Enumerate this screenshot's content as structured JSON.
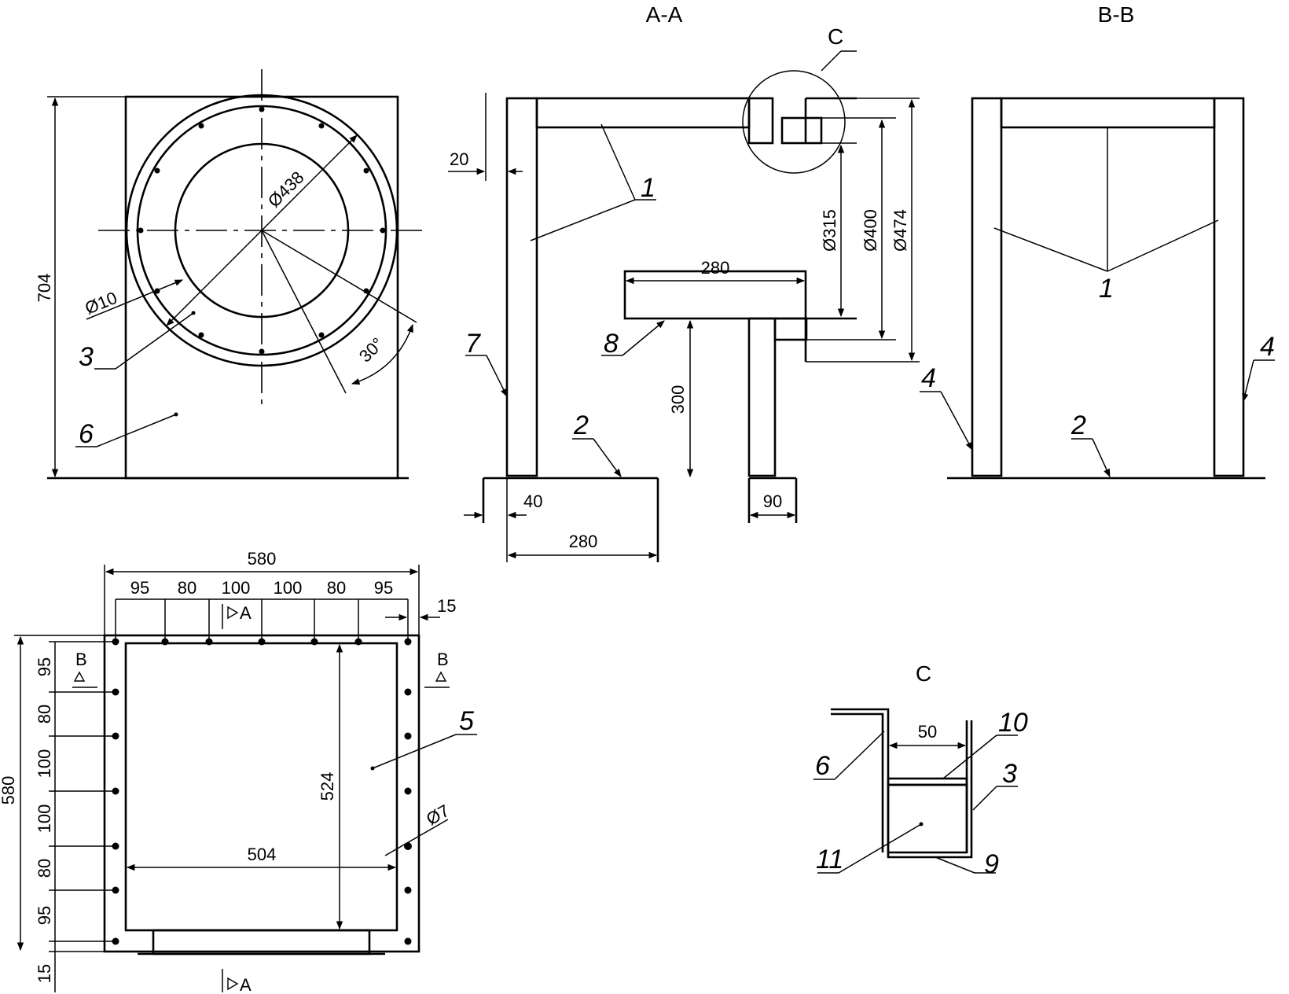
{
  "section_titles": {
    "aa": "A-A",
    "bb": "B-B",
    "c_callout": "C",
    "c_detail": "C"
  },
  "dimensions": {
    "height_704": "704",
    "dia_438": "Ø438",
    "dia_10": "Ø10",
    "angle_30": "30°",
    "wall_20": "20",
    "dia_315": "Ø315",
    "dia_400": "Ø400",
    "dia_474": "Ø474",
    "top_280": "280",
    "h_300": "300",
    "w_40": "40",
    "bottom_280": "280",
    "w_90": "90",
    "width_580": "580",
    "seg_95a": "95",
    "seg_80a": "80",
    "seg_100a": "100",
    "seg_100b": "100",
    "seg_80b": "80",
    "seg_95b": "95",
    "edge_15": "15",
    "height_580": "580",
    "vseg_95a": "95",
    "vseg_80a": "80",
    "vseg_100a": "100",
    "vseg_100b": "100",
    "vseg_80b": "80",
    "vseg_95b": "95",
    "vedge_15": "15",
    "inner_524": "524",
    "inner_504": "504",
    "hole_7": "Ø7",
    "det_50": "50"
  },
  "section_marks": {
    "a_top": "A",
    "a_bottom": "A",
    "b_left": "B",
    "b_right": "B"
  },
  "callouts": {
    "c1_aa": "1",
    "c1_bb": "1",
    "c2_aa": "2",
    "c2_bb": "2",
    "c3_front": "3",
    "c3_det": "3",
    "c4_left": "4",
    "c4_right": "4",
    "c5": "5",
    "c6_front": "6",
    "c6_det": "6",
    "c7": "7",
    "c8": "8",
    "c9": "9",
    "c10": "10",
    "c11": "11"
  }
}
